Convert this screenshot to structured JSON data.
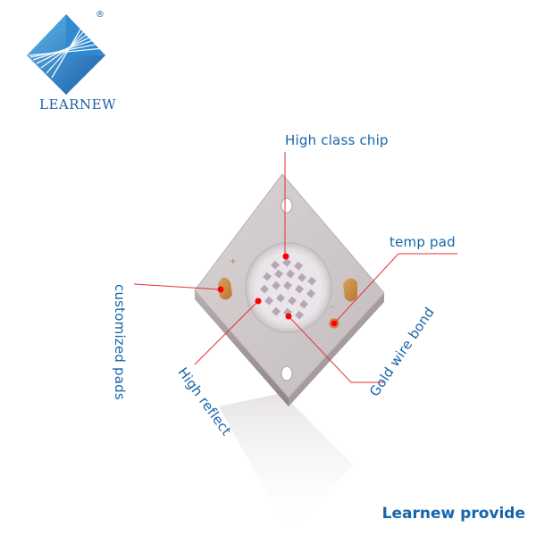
{
  "brand": {
    "name": "LEARNEW",
    "registered_mark": "®",
    "color": "#1a5fa8"
  },
  "callouts": {
    "chip": "High class chip",
    "temp_pad": "temp pad",
    "pads": "customized pads",
    "reflect": "High reflect",
    "gold_wire": "Gold wire bond"
  },
  "footer": {
    "text": "Learnew provide"
  },
  "colors": {
    "label_blue": "#1664ad",
    "leader_red": "#e5303a",
    "marker_red": "#ff0000"
  }
}
